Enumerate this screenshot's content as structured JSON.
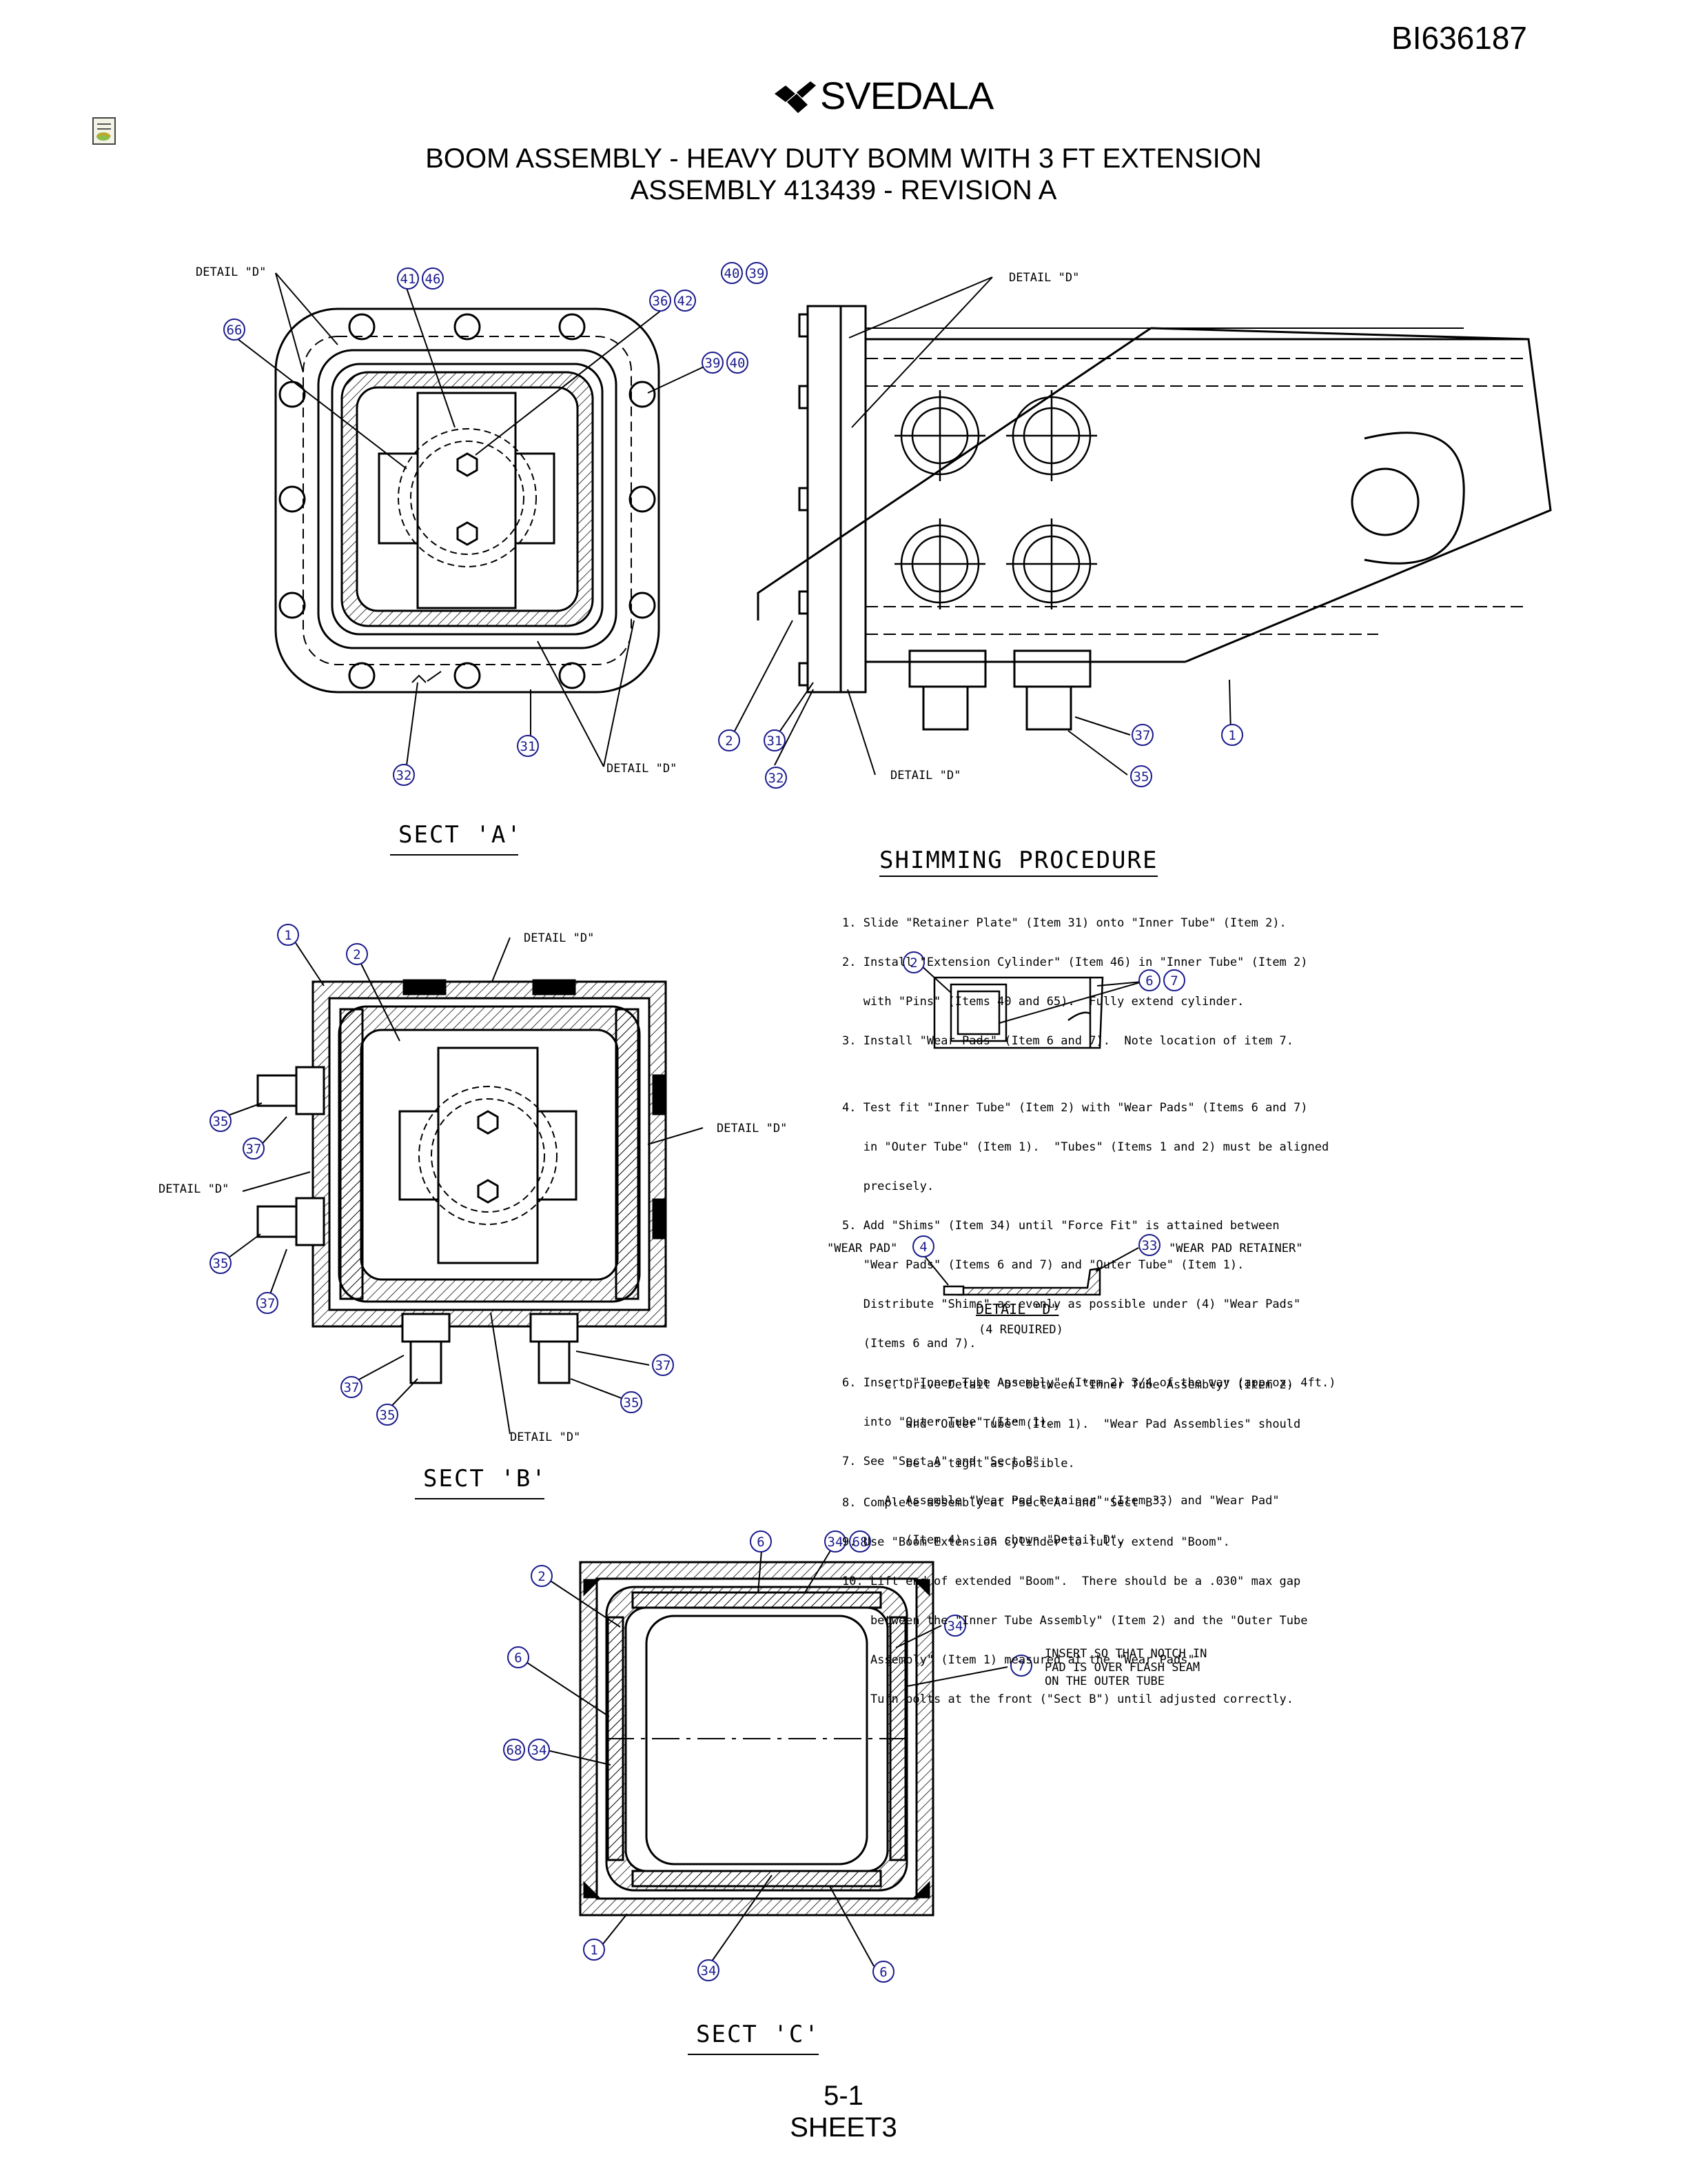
{
  "header": {
    "doc_id": "BI636187",
    "logo_text": "SVEDALA",
    "title_line1": "BOOM ASSEMBLY - HEAVY DUTY BOMM WITH 3 FT EXTENSION",
    "title_line2": "ASSEMBLY 413439 - REVISION A"
  },
  "icons": {
    "doc": "document-icon",
    "logo": "svedala-logo-icon"
  },
  "sections": {
    "a": "SECT 'A'",
    "b": "SECT 'B'",
    "c": "SECT 'C'"
  },
  "callouts": {
    "detail_d": "DETAIL \"D\"",
    "wear_pad": "\"WEAR PAD\"",
    "wear_pad_retainer": "\"WEAR PAD RETAINER\"",
    "insert_note": [
      "INSERT SO THAT NOTCH IN",
      "PAD IS OVER FLASH SEAM",
      "ON THE OUTER TUBE"
    ]
  },
  "balloons": {
    "sect_a": [
      "41",
      "46",
      "36",
      "42",
      "66",
      "39",
      "40",
      "32",
      "31"
    ],
    "side_view": [
      "40",
      "39",
      "2",
      "31",
      "32",
      "37",
      "35",
      "1"
    ],
    "sect_b": [
      "1",
      "2",
      "35",
      "37",
      "35",
      "37",
      "37",
      "35",
      "37",
      "35"
    ],
    "shim": [
      "2",
      "6",
      "7",
      "4",
      "33"
    ],
    "sect_c": [
      "6",
      "34",
      "68",
      "2",
      "34",
      "6",
      "7",
      "68",
      "34",
      "1",
      "34",
      "6"
    ]
  },
  "shimming": {
    "title": "SHIMMING PROCEDURE",
    "steps_a": [
      "1. Slide \"Retainer Plate\" (Item 31) onto \"Inner Tube\" (Item 2).",
      "2. Install \"Extension Cylinder\" (Item 46) in \"Inner Tube\" (Item 2)",
      "   with \"Pins\" (Items 40 and 65).  Fully extend cylinder.",
      "3. Install \"Wear Pads\" (Item 6 and 7).  Note location of item 7."
    ],
    "steps_b": [
      "4. Test fit \"Inner Tube\" (Item 2) with \"Wear Pads\" (Items 6 and 7)",
      "   in \"Outer Tube\" (Item 1).  \"Tubes\" (Items 1 and 2) must be aligned",
      "   precisely.",
      "5. Add \"Shims\" (Item 34) until \"Force Fit\" is attained between",
      "   \"Wear Pads\" (Items 6 and 7) and \"Outer Tube\" (Item 1).",
      "   Distribute \"Shims\" as evenly as possible under (4) \"Wear Pads\"",
      "   (Items 6 and 7).",
      "6. Insert \"Inner Tube Assembly\" (Item 2) 3/4 of the way (approx. 4ft.)",
      "   into \"Outer Tube\" (Item 1).",
      "7. See \"Sect A\" and \"Sect B\".",
      "      A. Assemble \"Wear Pad Retainer\" (Item 33) and \"Wear Pad\"",
      "         (Item 4).  as shown \"Detail D\"."
    ],
    "detail_label": "DETAIL \"D\"",
    "detail_qty": "(4 REQUIRED)",
    "steps_c": [
      "      C. Drive Detail \"D\" between \"Inner Tube Assembly\" (Item 2)",
      "         and \"Outer Tube\" (Item 1).  \"Wear Pad Assemblies\" should",
      "         be as tight as possible.",
      "8. Complete assembly at \"Sect A\" and \"Sect B\".",
      "9. Use \"Boom Extension Cylinder\"to fully extend \"Boom\".",
      "10. Lift end of extended \"Boom\".  There should be a .030\" max gap",
      "    between the \"Inner Tube Assembly\" (Item 2) and the \"Outer Tube",
      "    Assembly\" (Item 1) measured at the \"Wear Pads\".",
      "    Turn bolts at the front (\"Sect B\") until adjusted correctly."
    ]
  },
  "footer": {
    "page": "5-1",
    "sheet": "SHEET3"
  },
  "colors": {
    "ink": "#000000",
    "balloon": "#1a1a8c"
  }
}
